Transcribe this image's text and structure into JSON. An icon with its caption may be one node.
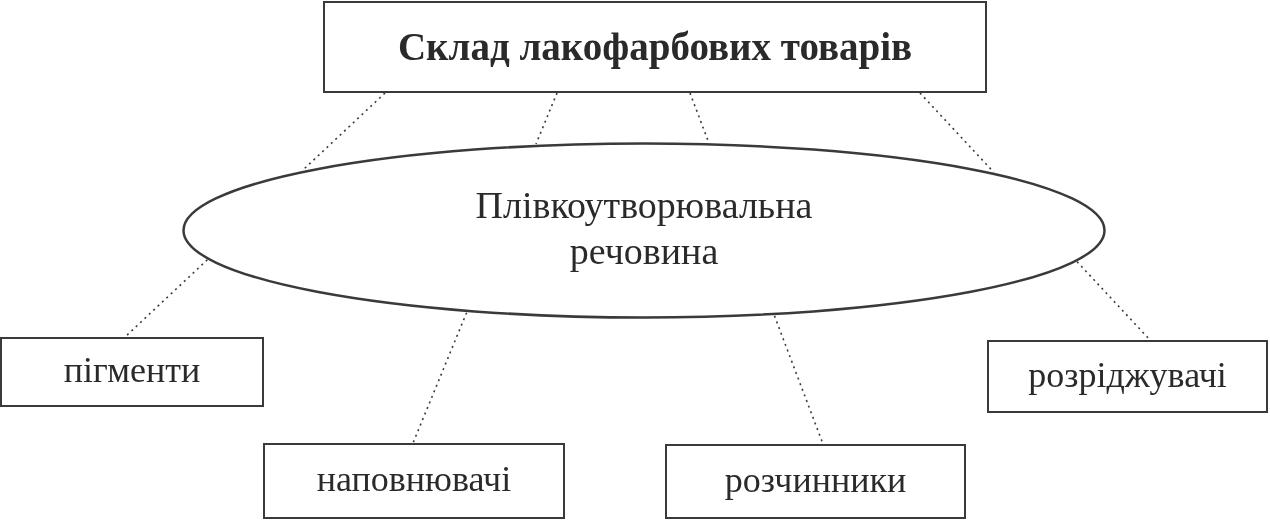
{
  "diagram": {
    "nodes": [
      {
        "text": [
          "Склад лакофарбових товарів"
        ]
      },
      {
        "text": [
          "Плівкоутворювальна речовина"
        ]
      },
      {
        "text": [
          "пігменти"
        ]
      },
      {
        "text": [
          "наповнювачі"
        ]
      },
      {
        "text": [
          "розчинники"
        ]
      },
      {
        "text": [
          "розріджувачі"
        ]
      }
    ],
    "edges": [
      {
        "from": 0,
        "to": 1,
        "arrow": "none",
        "style": "dashed"
      },
      {
        "from": 0,
        "to": 1,
        "arrow": "none",
        "style": "dashed"
      },
      {
        "from": 0,
        "to": 1,
        "arrow": "none",
        "style": "dashed"
      },
      {
        "from": 0,
        "to": 1,
        "arrow": "none",
        "style": "dashed"
      },
      {
        "from": 1,
        "to": 2,
        "arrow": "none",
        "style": "dashed"
      },
      {
        "from": 1,
        "to": 3,
        "arrow": "none",
        "style": "dashed"
      },
      {
        "from": 1,
        "to": 4,
        "arrow": "none",
        "style": "dashed"
      },
      {
        "from": 1,
        "to": 5,
        "arrow": "none",
        "style": "dashed"
      }
    ]
  }
}
